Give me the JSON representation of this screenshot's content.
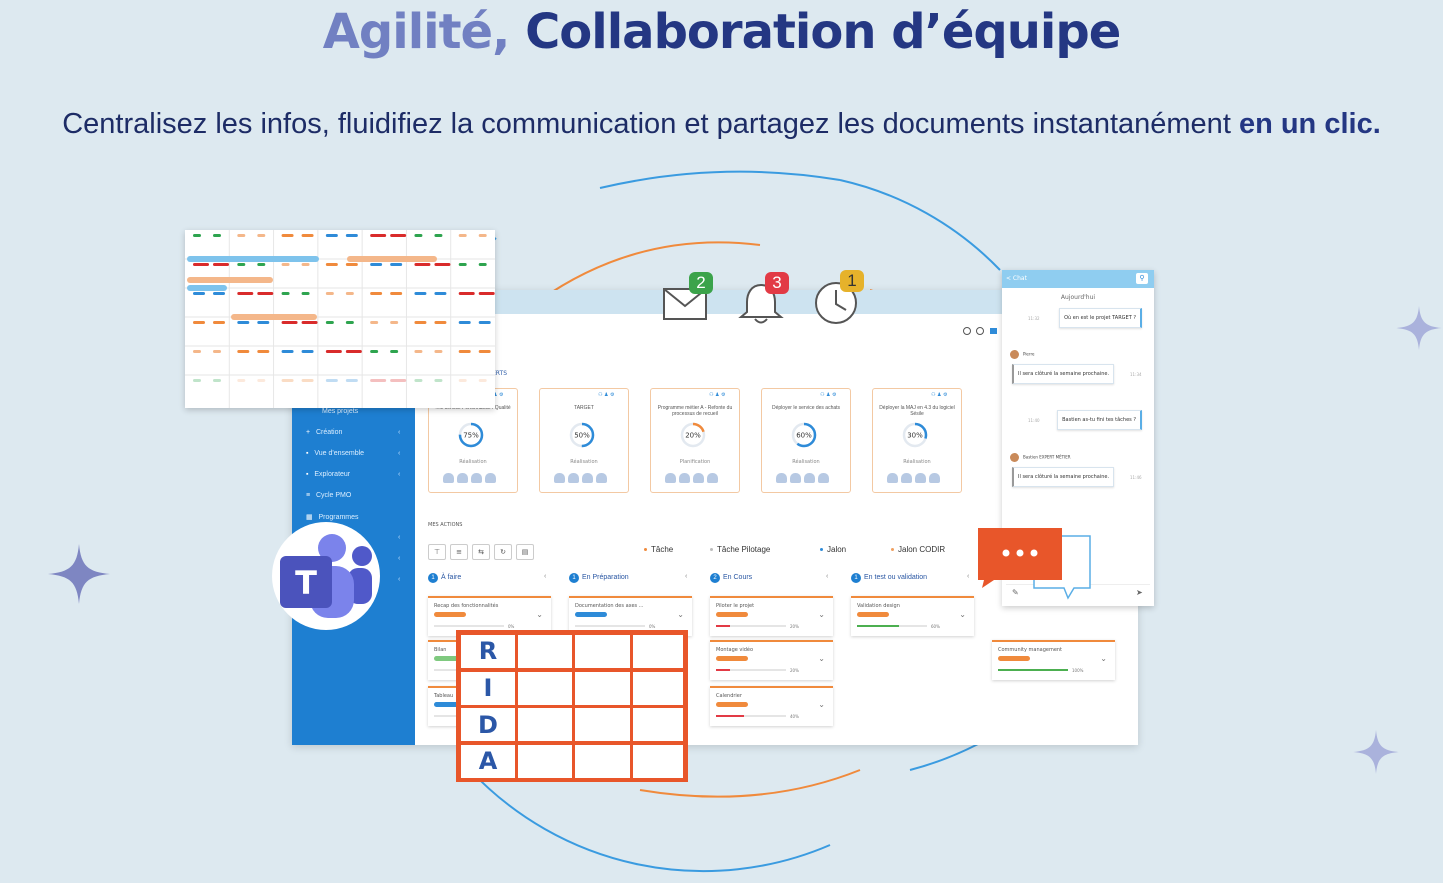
{
  "header": {
    "title_part1": "Agilité,",
    "title_part2": "Collaboration d’équipe",
    "subtitle_main": "Centralisez les infos, fluidifiez la communication et partagez les documents instantanément",
    "subtitle_bold": "en un clic."
  },
  "colors": {
    "background": "#dde9f0",
    "title_light": "#7180c2",
    "title_dark": "#243783",
    "sidebar": "#1e7fd1",
    "accent_orange": "#e8562a",
    "teams_purple": "#5059c9"
  },
  "notifications": [
    {
      "icon": "envelope-icon",
      "count": "2",
      "color": "#3ba34a"
    },
    {
      "icon": "bell-icon",
      "count": "3",
      "color": "#e23a45"
    },
    {
      "icon": "clock-icon",
      "count": "1",
      "color": "#e6b22b"
    }
  ],
  "app": {
    "section_label": "ERTS",
    "sidebar": [
      {
        "label": "Mes projets",
        "icon": "folder-icon",
        "chevron": false
      },
      {
        "label": "Création",
        "icon": "plus-icon",
        "chevron": true
      },
      {
        "label": "Vue d'ensemble",
        "icon": "folder-icon",
        "chevron": true
      },
      {
        "label": "Explorateur",
        "icon": "file-icon",
        "chevron": true
      },
      {
        "label": "Cycle PMO",
        "icon": "list-icon",
        "chevron": false
      },
      {
        "label": "Programmes",
        "icon": "grid-icon",
        "chevron": false
      }
    ],
    "project_cards": [
      {
        "title": "...le service Performance / Qualité",
        "progress": 75,
        "progress_label": "75%",
        "label": "Réalisation",
        "color": "#2e8bd8"
      },
      {
        "title": "TARGET",
        "progress": 50,
        "progress_label": "50%",
        "label": "Réalisation",
        "color": "#2e8bd8"
      },
      {
        "title": "Programme métier A - Refonte du processus de recueil",
        "progress": 20,
        "progress_label": "20%",
        "label": "Planification",
        "color": "#f08a3c"
      },
      {
        "title": "Déployer le service des achats",
        "progress": 60,
        "progress_label": "60%",
        "label": "Réalisation",
        "color": "#2e8bd8"
      },
      {
        "title": "Déployer la MAJ en 4.3 du logiciel Sésile",
        "progress": 30,
        "progress_label": "30%",
        "label": "Réalisation",
        "color": "#2e8bd8"
      }
    ],
    "actions_label": "MES ACTIONS",
    "legend": [
      {
        "label": "Tâche",
        "color": "#f08a3c"
      },
      {
        "label": "Tâche Pilotage",
        "color": "#bcbcbc"
      },
      {
        "label": "Jalon",
        "color": "#2e8bd8"
      },
      {
        "label": "Jalon CODIR",
        "color": "#f0a060"
      }
    ],
    "columns": [
      {
        "num": "1",
        "label": "À faire"
      },
      {
        "num": "1",
        "label": "En Préparation"
      },
      {
        "num": "2",
        "label": "En Cours"
      },
      {
        "num": "1",
        "label": "En test ou validation"
      }
    ],
    "tasks": [
      {
        "name": "Recap des fonctionnalités",
        "progress": 0,
        "pct": "0%",
        "tag_color": "#f08a3c"
      },
      {
        "name": "Documentation des axes ...",
        "progress": 0,
        "pct": "0%",
        "tag_color": "#2e8bd8"
      },
      {
        "name": "Piloter le projet",
        "progress": 20,
        "pct": "20%",
        "tag_color": "#f08a3c"
      },
      {
        "name": "Validation design",
        "progress": 60,
        "pct": "60%",
        "tag_color": "#f08a3c"
      },
      {
        "name": "Montage vidéo",
        "progress": 20,
        "pct": "20%",
        "tag_color": "#f08a3c"
      },
      {
        "name": "Calendrier",
        "progress": 40,
        "pct": "40%",
        "tag_color": "#f08a3c"
      },
      {
        "name": "Community management",
        "progress": 100,
        "pct": "100%",
        "tag_color": "#f08a3c"
      },
      {
        "name": "Bilan",
        "progress": 0,
        "pct": "",
        "tag_color": "#7fc97f"
      },
      {
        "name": "Tableau",
        "progress": 0,
        "pct": "",
        "tag_color": "#2e8bd8"
      }
    ]
  },
  "chat": {
    "title": "< Chat",
    "day": "Aujourd'hui",
    "messages": [
      {
        "side": "right",
        "text": "Où en est le projet TARGET ?",
        "author": "",
        "time": "11:32"
      },
      {
        "side": "left",
        "text": "Il sera clôturé la semaine prochaine.",
        "author": "Pierre",
        "time": "11:34"
      },
      {
        "side": "right",
        "text": "Bastien as-tu fini tes tâches ?",
        "author": "",
        "time": "11:40"
      },
      {
        "side": "left",
        "text": "Il sera clôturé la semaine prochaine.",
        "author": "Bastien EXPERT MÉTIER",
        "time": "11:46"
      }
    ]
  },
  "rida": {
    "letters": [
      "R",
      "I",
      "D",
      "A"
    ]
  }
}
